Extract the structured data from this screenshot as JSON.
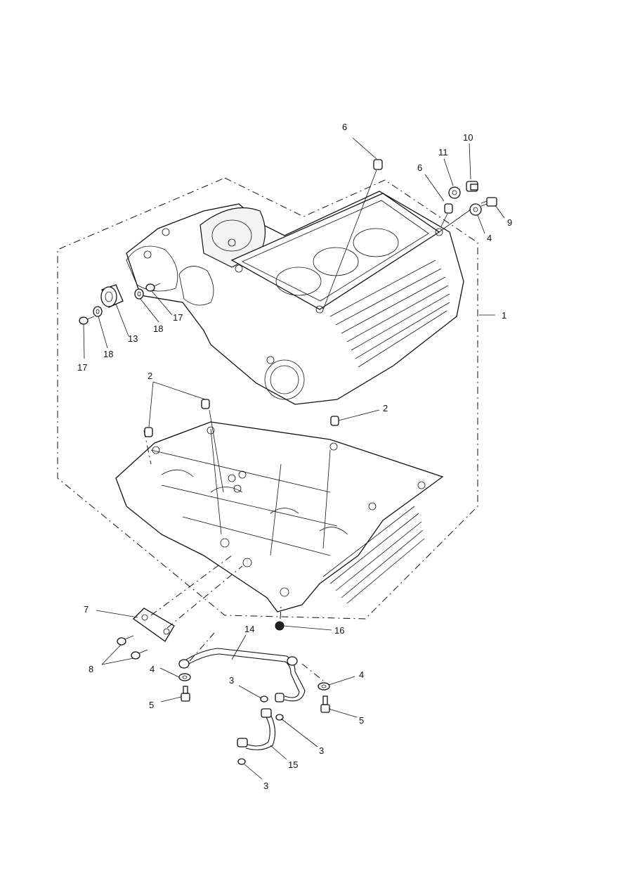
{
  "callouts": {
    "c1": "1",
    "c2a": "2",
    "c2b": "2",
    "c3a": "3",
    "c3b": "3",
    "c3c": "3",
    "c4a": "4",
    "c4b": "4",
    "c4c": "4",
    "c5a": "5",
    "c5b": "5",
    "c6a": "6",
    "c6b": "6",
    "c7": "7",
    "c8": "8",
    "c9": "9",
    "c10": "10",
    "c11": "11",
    "c13": "13",
    "c14": "14",
    "c15": "15",
    "c16": "16",
    "c17a": "17",
    "c17b": "17",
    "c18a": "18",
    "c18b": "18"
  },
  "icons": {
    "diagram": "exploded-parts-diagram"
  }
}
